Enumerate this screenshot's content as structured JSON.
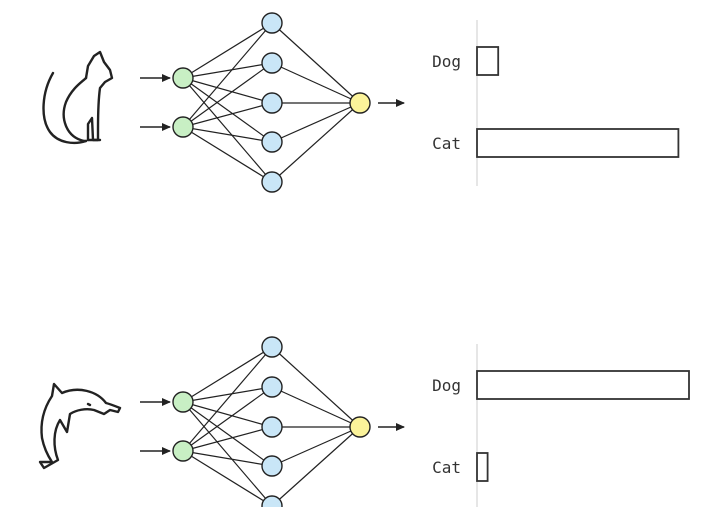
{
  "colors": {
    "stroke": "#222222",
    "input_node": "#c8efc4",
    "hidden_node": "#c9e6f7",
    "output_node": "#fbf39a",
    "axis": "#cccccc"
  },
  "panels": [
    {
      "subject_icon": "cat-icon",
      "chart_data": {
        "type": "bar",
        "orientation": "horizontal",
        "categories": [
          "Dog",
          "Cat"
        ],
        "values": [
          0.1,
          0.95
        ],
        "xlim": [
          0,
          1
        ]
      }
    },
    {
      "subject_icon": "dolphin-icon",
      "chart_data": {
        "type": "bar",
        "orientation": "horizontal",
        "categories": [
          "Dog",
          "Cat"
        ],
        "values": [
          1.0,
          0.05
        ],
        "xlim": [
          0,
          1
        ]
      }
    }
  ]
}
